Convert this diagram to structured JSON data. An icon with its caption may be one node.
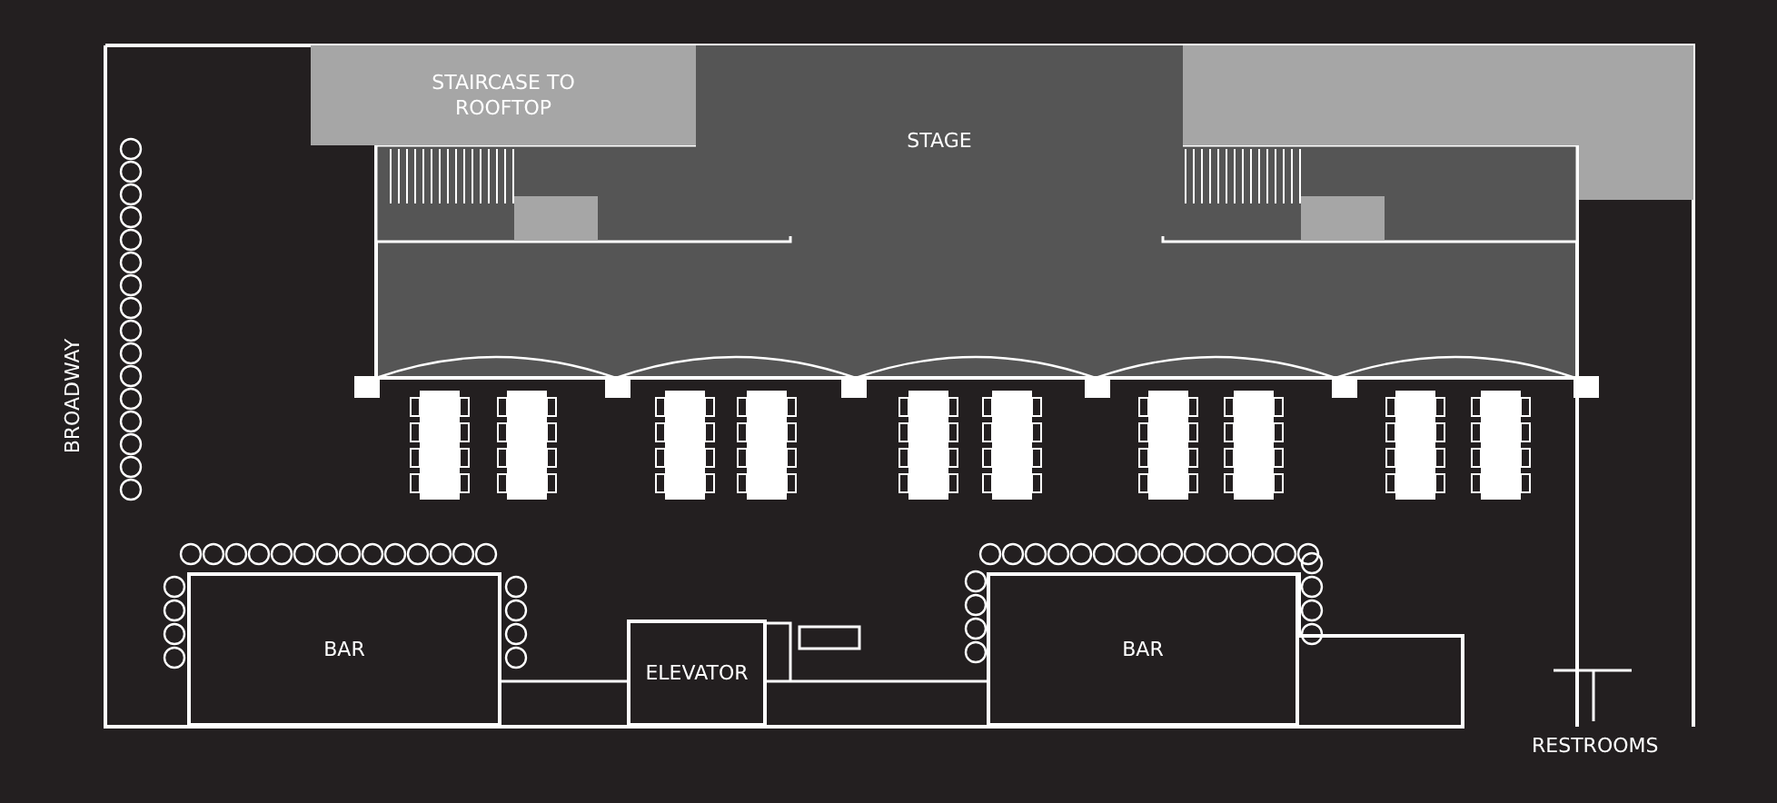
{
  "diagram": {
    "nodes": [
      {
        "text": [
          "STAIRCASE TO ROOFTOP"
        ]
      },
      {
        "text": [
          "STAGE"
        ]
      },
      {
        "text": [],
        "shape": "box"
      },
      {
        "text": [
          "BAR"
        ]
      },
      {
        "text": [
          "ELEVATOR"
        ]
      },
      {
        "text": [
          "BAR"
        ]
      }
    ],
    "labels": [
      "BROADWAY",
      "RESTROOMS"
    ]
  }
}
